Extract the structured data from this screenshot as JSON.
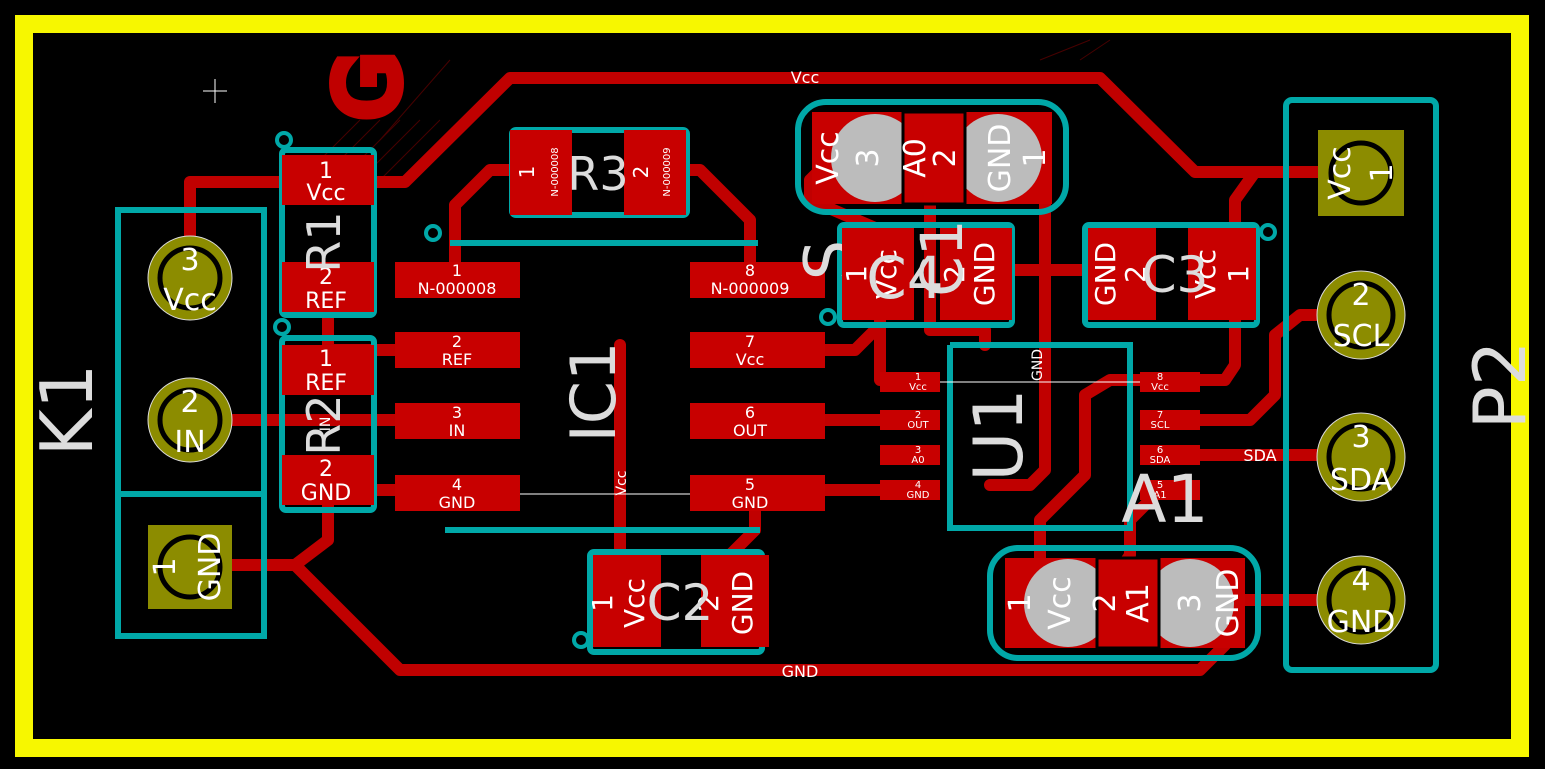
{
  "colors": {
    "background": "#000000",
    "board_edge": "#f7f700",
    "copper": "#c00000",
    "copper_pad": "#c80000",
    "silk": "#00a8a8",
    "ref_text": "#dcdcdc",
    "pth_ring": "#8c8c00",
    "pad_text": "#ffffff"
  },
  "nets": {
    "vcc": "Vcc",
    "gnd": "GND",
    "sda": "SDA",
    "n8": "N-000008",
    "n9": "N-000009"
  },
  "refs": {
    "k1": "K1",
    "p2": "P2",
    "r1": "R1",
    "r2": "R2",
    "r3": "R3",
    "ic1": "IC1",
    "u1": "U1",
    "a1": "A1",
    "c1": "C1",
    "c2": "C2",
    "c3": "C3",
    "c4": "C4",
    "s": "S",
    "g": "G",
    "c2vert": "Vcc"
  },
  "k1_pins": [
    {
      "num": "3",
      "name": "Vcc"
    },
    {
      "num": "2",
      "name": "IN"
    },
    {
      "num": "1",
      "name": "GND"
    }
  ],
  "p2_pins": [
    {
      "num": "1",
      "name": "Vcc"
    },
    {
      "num": "2",
      "name": "SCL"
    },
    {
      "num": "3",
      "name": "SDA"
    },
    {
      "num": "4",
      "name": "GND"
    }
  ],
  "r1_pads": [
    {
      "num": "1",
      "name": "Vcc"
    },
    {
      "num": "2",
      "name": "REF"
    }
  ],
  "r2_pads": [
    {
      "num": "1",
      "name": "REF"
    },
    {
      "num": "2",
      "name": "GND"
    }
  ],
  "r3_pads": [
    {
      "num": "1",
      "name": "N-000008"
    },
    {
      "num": "2",
      "name": "N-000009"
    }
  ],
  "ic1_pads": [
    {
      "num": "1",
      "name": "N-000008"
    },
    {
      "num": "2",
      "name": "REF"
    },
    {
      "num": "3",
      "name": "IN"
    },
    {
      "num": "4",
      "name": "GND"
    },
    {
      "num": "5",
      "name": "GND"
    },
    {
      "num": "6",
      "name": "OUT"
    },
    {
      "num": "7",
      "name": "Vcc"
    },
    {
      "num": "8",
      "name": "N-000009"
    }
  ],
  "u1_pads": [
    {
      "num": "1",
      "name": "Vcc"
    },
    {
      "num": "2",
      "name": "OUT"
    },
    {
      "num": "3",
      "name": "A0"
    },
    {
      "num": "4",
      "name": "GND"
    },
    {
      "num": "5",
      "name": "A1"
    },
    {
      "num": "6",
      "name": "SDA"
    },
    {
      "num": "7",
      "name": "SCL"
    },
    {
      "num": "8",
      "name": "Vcc"
    }
  ],
  "s_pads": [
    {
      "num": "3",
      "name": "Vcc"
    },
    {
      "num": "2",
      "name": "A0"
    },
    {
      "num": "1",
      "name": "GND"
    }
  ],
  "a1_pads": [
    {
      "num": "1",
      "name": "Vcc"
    },
    {
      "num": "2",
      "name": "A1"
    },
    {
      "num": "3",
      "name": "GND"
    }
  ],
  "c1_pads": [
    {
      "num": "1",
      "name": "Vcc"
    },
    {
      "num": "2",
      "name": "GND"
    }
  ],
  "c2_pads": [
    {
      "num": "1",
      "name": "Vcc"
    },
    {
      "num": "2",
      "name": "GND"
    }
  ],
  "c3_pads": [
    {
      "num": "2",
      "name": "GND"
    },
    {
      "num": "1",
      "name": "Vcc"
    }
  ]
}
